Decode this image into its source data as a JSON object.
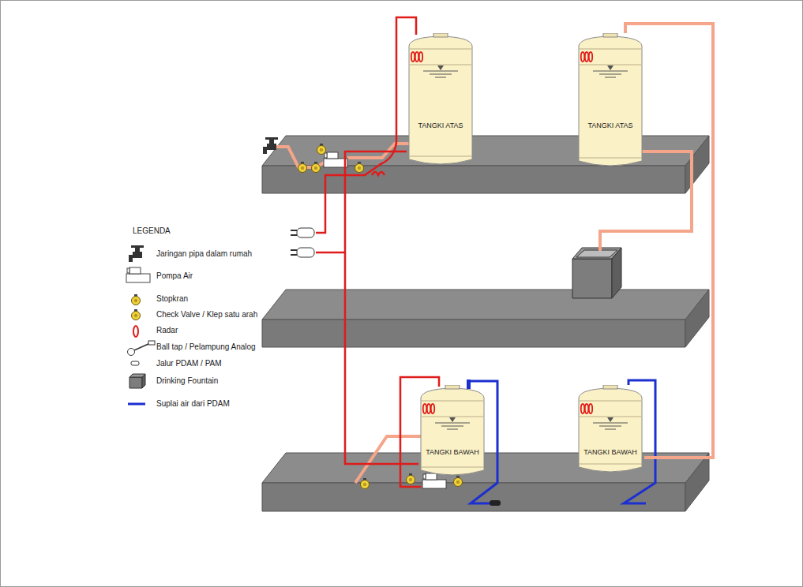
{
  "diagram": {
    "nodes": [
      {
        "text": [
          "TANGKI ATAS"
        ]
      },
      {
        "text": [
          "TANGKI ATAS"
        ]
      },
      {
        "text": [
          "TANGKI BAWAH"
        ]
      },
      {
        "text": [
          "TANGKI BAWAH"
        ]
      }
    ],
    "edges": [
      {
        "from": 2,
        "to": 0,
        "arrow": "none"
      },
      {
        "from": 3,
        "to": 1,
        "arrow": "none"
      }
    ],
    "labels": [
      "LEGENDA"
    ],
    "legend": [
      {
        "text": "Jaringan pipa dalam rumah"
      },
      {
        "text": "Pompa Air"
      },
      {
        "text": "Stopkran"
      },
      {
        "text": "Check Valve / Klep satu arah"
      },
      {
        "text": "Radar"
      },
      {
        "text": "Ball tap / Pelampung Analog"
      },
      {
        "text": "Jalur PDAM / PAM"
      },
      {
        "text": "Drinking Fountain"
      },
      {
        "text": "Suplai air dari PDAM"
      }
    ]
  }
}
